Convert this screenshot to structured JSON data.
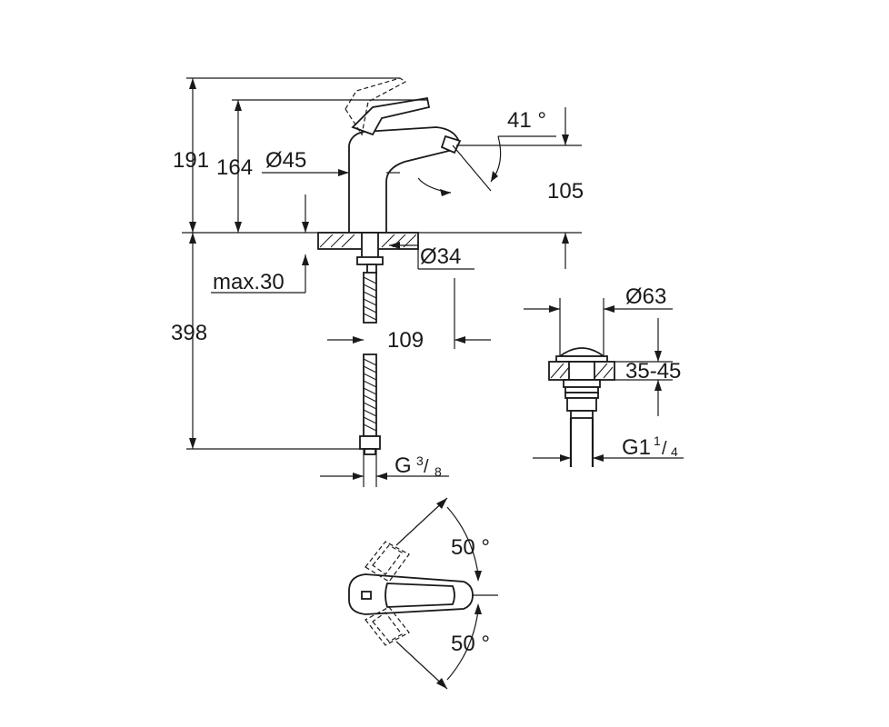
{
  "labels": {
    "height_total": "191",
    "height_spout": "164",
    "diameter_base": "Ø45",
    "angle_spout": "41 °",
    "spout_height": "105",
    "hole_diameter": "Ø34",
    "max_thickness": "max.30",
    "hose_length": "398",
    "spout_reach": "109",
    "connection": "G",
    "connection_sup": "3",
    "connection_sub": "8",
    "waste_diameter": "Ø63",
    "waste_thickness": "35-45",
    "waste_thread": "G1",
    "waste_thread_sup": "1",
    "waste_thread_sub": "4",
    "lever_angle_top": "50 °",
    "lever_angle_bottom": "50 °"
  }
}
